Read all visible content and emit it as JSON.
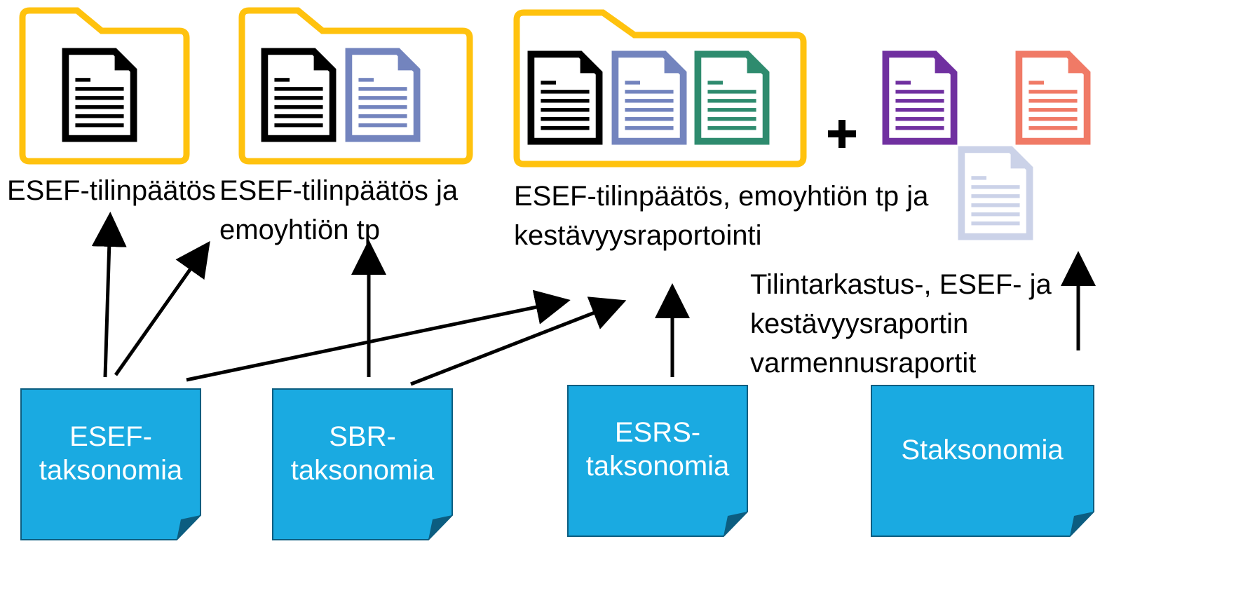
{
  "labels": {
    "esef_fs": "ESEF-tilinpäätös",
    "esef_parent_line1": "ESEF-tilinpäätös ja",
    "esef_parent_line2": "emoyhtiön tp",
    "esef_parent_sust_line1": "ESEF-tilinpäätös, emoyhtiön tp ja",
    "esef_parent_sust_line2": "kestävyysraportointi",
    "assurance_line1": "Tilintarkastus-, ESEF- ja",
    "assurance_line2": "kestävyysraportin",
    "assurance_line3": "varmennusraportit",
    "plus": "+"
  },
  "notes": {
    "esef_line1": "ESEF-",
    "esef_line2": "taksonomia",
    "sbr_line1": "SBR-",
    "sbr_line2": "taksonomia",
    "esrs_line1": "ESRS-",
    "esrs_line2": "taksonomia",
    "staksonomia": "Staksonomia"
  },
  "colors": {
    "folder": "#FFC20E",
    "note_fill": "#1AAAE1",
    "note_edge": "#0C5D80",
    "doc_black": "#000000",
    "doc_blue": "#7384BE",
    "doc_green": "#2E8B6E",
    "doc_purple": "#7030A0",
    "doc_salmon": "#F07A66",
    "doc_lavender": "#CBD2E8",
    "arrow": "#000000"
  },
  "icons": [
    "folder-icon",
    "document-icon",
    "sticky-note-icon",
    "plus-icon",
    "arrow-icon"
  ]
}
